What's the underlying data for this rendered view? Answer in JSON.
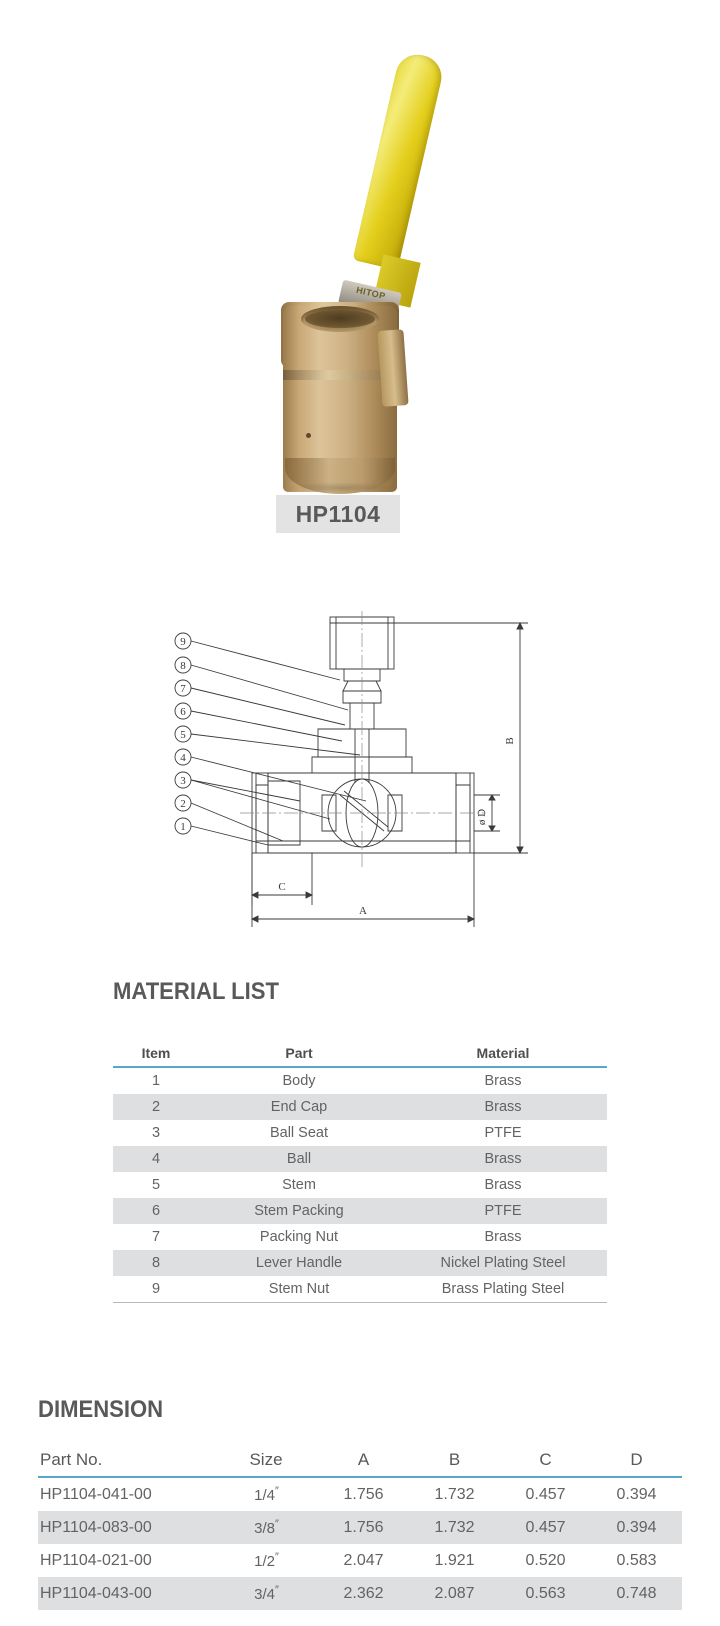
{
  "product": {
    "model_label": "HP1104",
    "photo_alt": "brass ball valve with yellow lever handle",
    "handle_brand_text": "HITOP"
  },
  "drawing": {
    "callouts": [
      "9",
      "8",
      "7",
      "6",
      "5",
      "4",
      "3",
      "2",
      "1"
    ],
    "dimension_labels": {
      "a": "A",
      "b": "B",
      "c": "C",
      "d": "ø D"
    }
  },
  "material_section": {
    "heading": "MATERIAL LIST",
    "columns": [
      "Item",
      "Part",
      "Material"
    ],
    "rows": [
      {
        "item": "1",
        "part": "Body",
        "material": "Brass"
      },
      {
        "item": "2",
        "part": "End  Cap",
        "material": "Brass"
      },
      {
        "item": "3",
        "part": "Ball   Seat",
        "material": "PTFE"
      },
      {
        "item": "4",
        "part": "Ball",
        "material": "Brass"
      },
      {
        "item": "5",
        "part": "Stem",
        "material": "Brass"
      },
      {
        "item": "6",
        "part": "Stem Packing",
        "material": "PTFE"
      },
      {
        "item": "7",
        "part": "Packing Nut",
        "material": "Brass"
      },
      {
        "item": "8",
        "part": "Lever  Handle",
        "material": "Nickel Plating Steel"
      },
      {
        "item": "9",
        "part": "Stem  Nut",
        "material": "Brass Plating  Steel"
      }
    ]
  },
  "dimension_section": {
    "heading": "DIMENSION",
    "columns": [
      "Part No.",
      "Size",
      "A",
      "B",
      "C",
      "D"
    ],
    "rows": [
      {
        "partno": "HP1104-041-00",
        "size": "1/4",
        "size_unit": "″",
        "a": "1.756",
        "b": "1.732",
        "c": "0.457",
        "d": "0.394"
      },
      {
        "partno": "HP1104-083-00",
        "size": "3/8",
        "size_unit": "″",
        "a": "1.756",
        "b": "1.732",
        "c": "0.457",
        "d": "0.394"
      },
      {
        "partno": "HP1104-021-00",
        "size": "1/2",
        "size_unit": "″",
        "a": "2.047",
        "b": "1.921",
        "c": "0.520",
        "d": "0.583"
      },
      {
        "partno": "HP1104-043-00",
        "size": "3/4",
        "size_unit": "″",
        "a": "2.362",
        "b": "2.087",
        "c": "0.563",
        "d": "0.748"
      }
    ]
  },
  "colors": {
    "accent_rule": "#5ba7c9",
    "text": "#58595b",
    "stripe": "#dedfe0",
    "label_bg": "#e3e3e3",
    "handle_yellow": "#e4cf1d",
    "brass": "#c9a876"
  }
}
